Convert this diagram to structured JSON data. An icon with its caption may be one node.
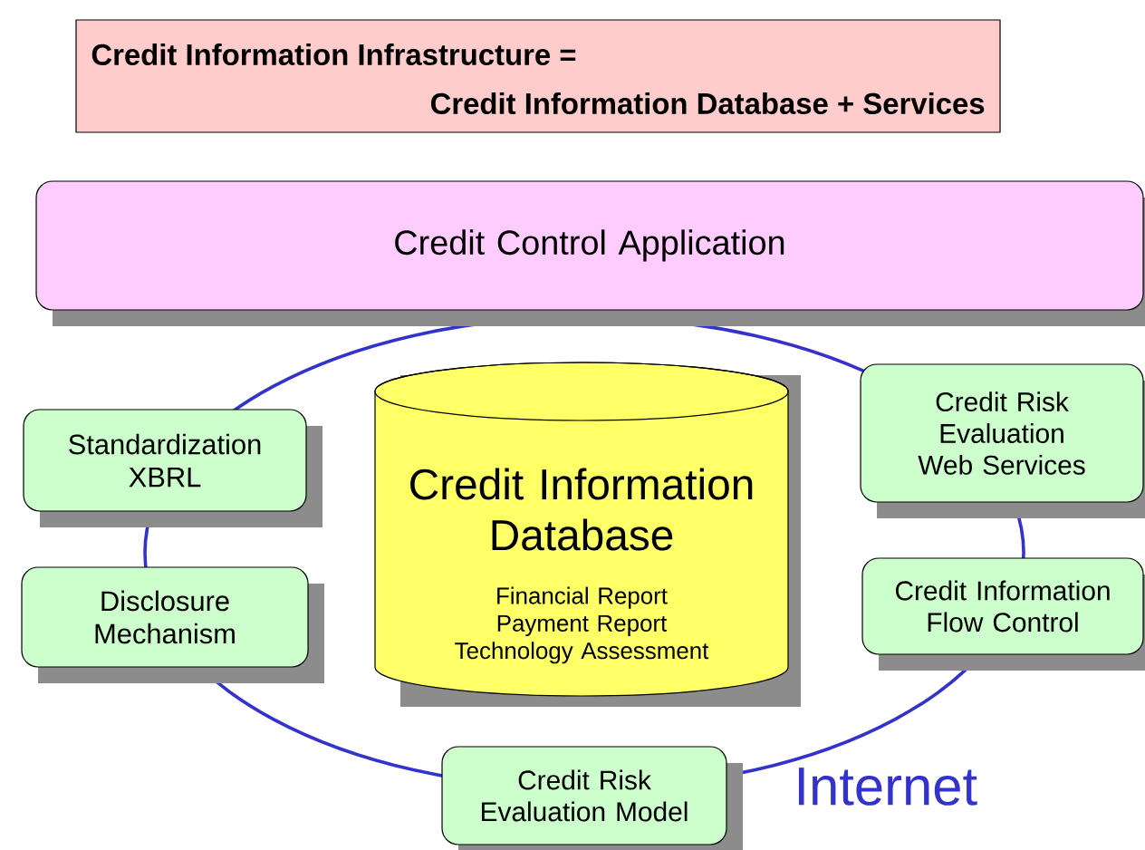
{
  "diagram": {
    "nodes": [
      {
        "text": [
          "Credit Information Infrastructure =",
          "Credit Information Database + Services"
        ]
      },
      {
        "text": [
          "Credit Control Application"
        ]
      },
      {
        "text": [
          "Internet"
        ]
      },
      {
        "text": [
          "Standardization XBRL"
        ]
      },
      {
        "text": [
          "Disclosure Mechanism"
        ]
      },
      {
        "text": [
          "Credit Information Database",
          "Financial Report Payment Report Technology Assessment"
        ],
        "in": 2
      },
      {
        "text": [
          "Credit Risk Evaluation Web Services"
        ]
      },
      {
        "text": [
          "Credit Information Flow Control"
        ]
      },
      {
        "text": [
          "Credit Risk Evaluation Model"
        ]
      }
    ],
    "edges": []
  }
}
